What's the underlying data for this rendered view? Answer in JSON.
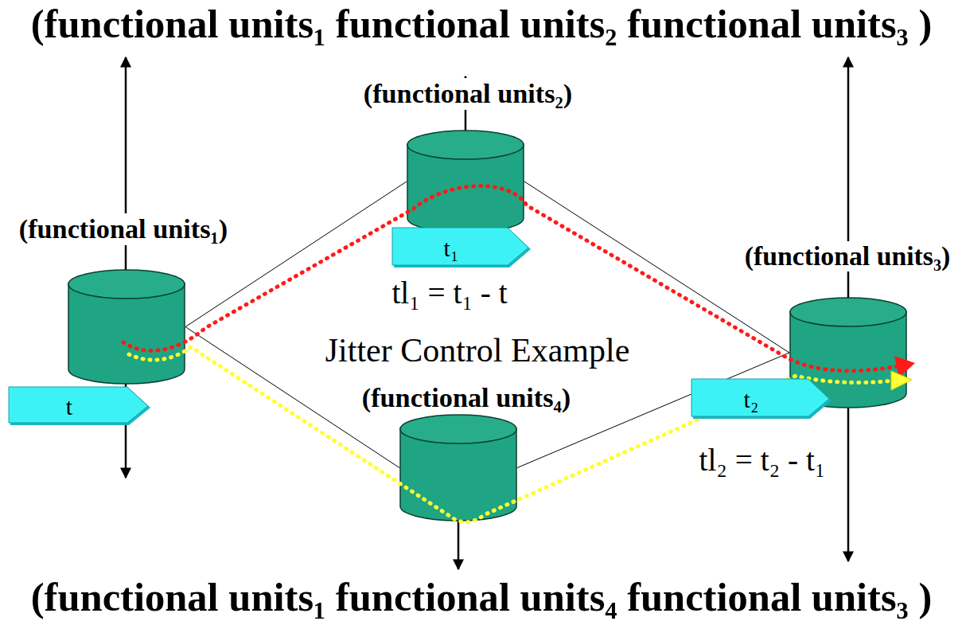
{
  "diagram": {
    "title": "Jitter Control Example",
    "nodes": [
      {
        "text": [
          "(functional units₁)"
        ]
      },
      {
        "text": [
          "(functional units₂)"
        ]
      },
      {
        "text": [
          "(functional units₃)"
        ]
      },
      {
        "text": [
          "(functional units₄)"
        ]
      },
      {
        "text": [
          "t"
        ]
      },
      {
        "text": [
          "t₁"
        ]
      },
      {
        "text": [
          "t₂"
        ]
      }
    ],
    "edges": [
      {
        "from": 0,
        "to": 1,
        "arrow": "none"
      },
      {
        "from": 1,
        "to": 2,
        "arrow": "none"
      },
      {
        "from": 0,
        "to": 3,
        "arrow": "none"
      },
      {
        "from": 3,
        "to": 2,
        "arrow": "none"
      }
    ],
    "labels": [
      "(functional units₁ functional units₂ functional units₃ )",
      "(functional units₁ functional units₄ functional units₃ )",
      "tl₁ = t₁ - t",
      "tl₂ = t₂ - t₁"
    ]
  }
}
